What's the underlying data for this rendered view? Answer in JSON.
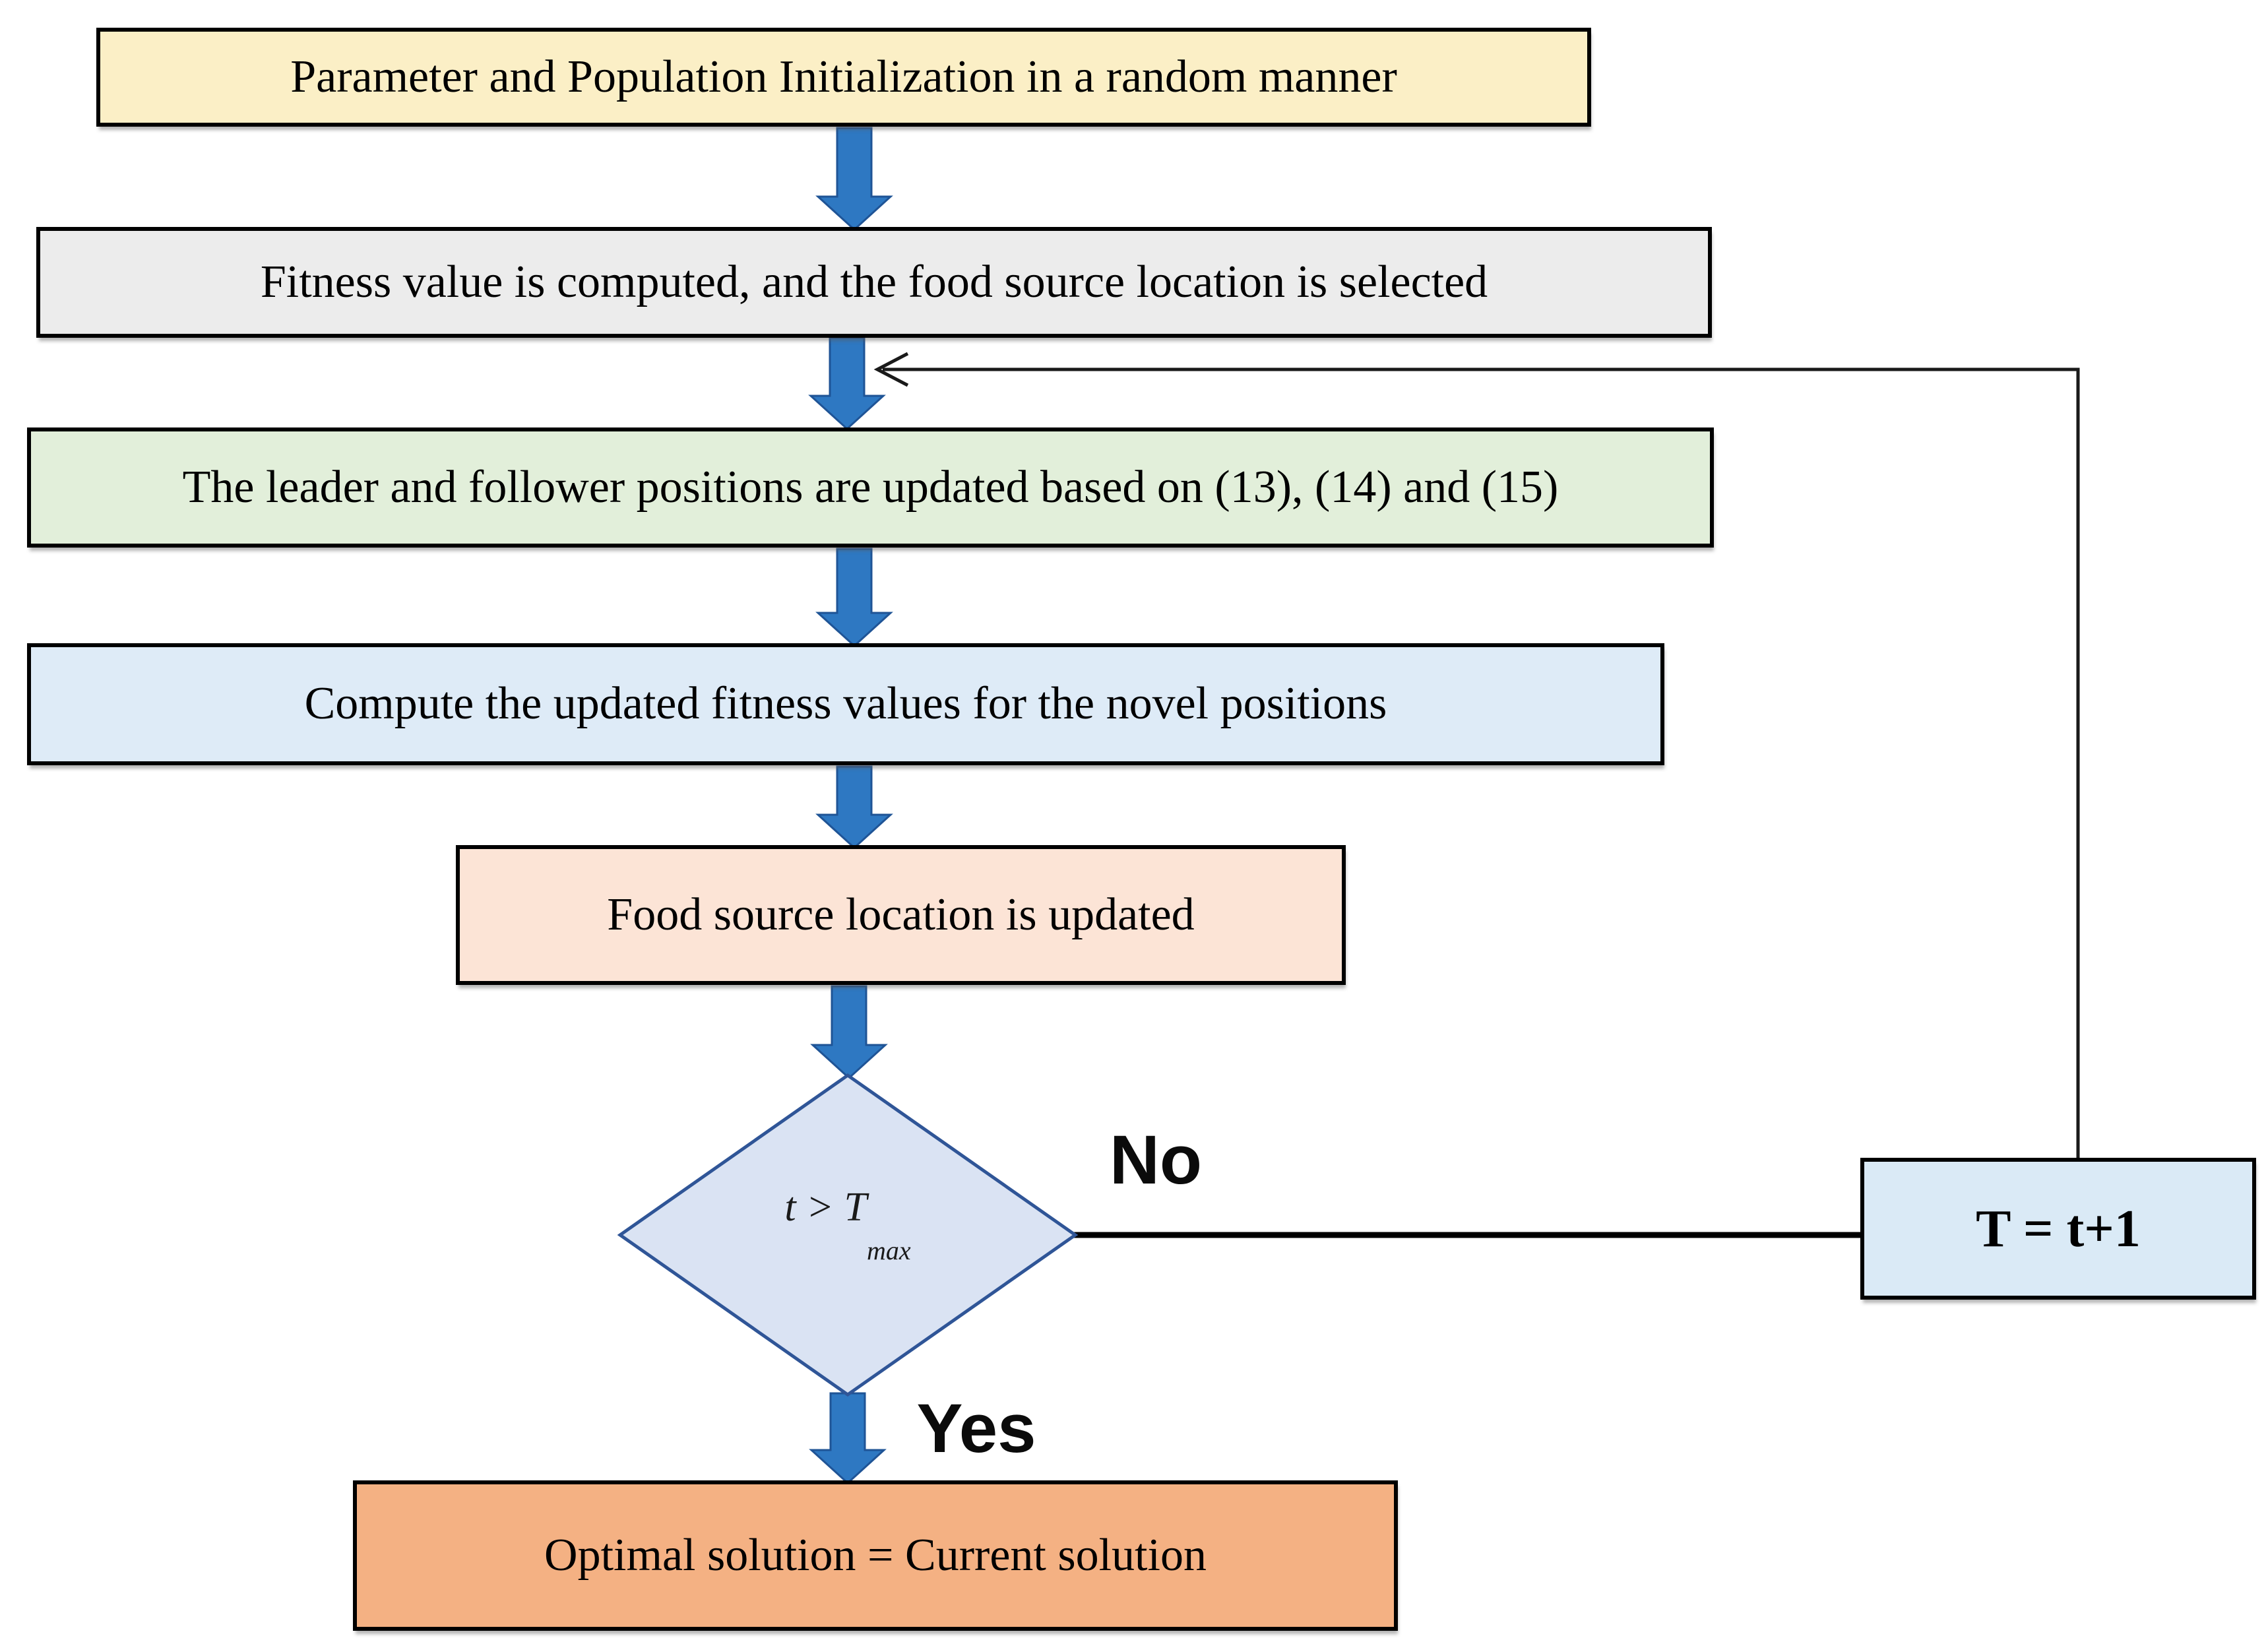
{
  "diagram": {
    "type": "flowchart",
    "description": "Optimization algorithm loop flowchart"
  },
  "nodes": {
    "init": {
      "label": "Parameter and Population Initialization in a random manner",
      "fill": "#FBEFC6"
    },
    "fitness": {
      "label": "Fitness value is computed, and the food source location is selected",
      "fill": "#ECECEC"
    },
    "update": {
      "label": "The leader and follower positions are updated based on (13), (14) and (15)",
      "fill": "#E2EFDA"
    },
    "compute": {
      "label": "Compute the updated fitness values for the novel positions",
      "fill": "#DEEBF7"
    },
    "food": {
      "label": "Food source location is updated",
      "fill": "#FCE4D6"
    },
    "decision": {
      "condition_main": "t > T",
      "condition_sub": "max",
      "fill": "#DAE3F3",
      "stroke": "#2F5597"
    },
    "increment": {
      "label": "T = t+1",
      "fill": "#DAEAF6"
    },
    "optimal": {
      "label": "Optimal solution = Current solution",
      "fill": "#F4B183"
    }
  },
  "edge_labels": {
    "no": "No",
    "yes": "Yes"
  },
  "colors": {
    "arrow_fill": "#2E78C2",
    "arrow_stroke": "#1F5496",
    "connector": "#000000",
    "loop_line": "#1a1a1a",
    "box_border": "#000000",
    "background": "#ffffff"
  }
}
